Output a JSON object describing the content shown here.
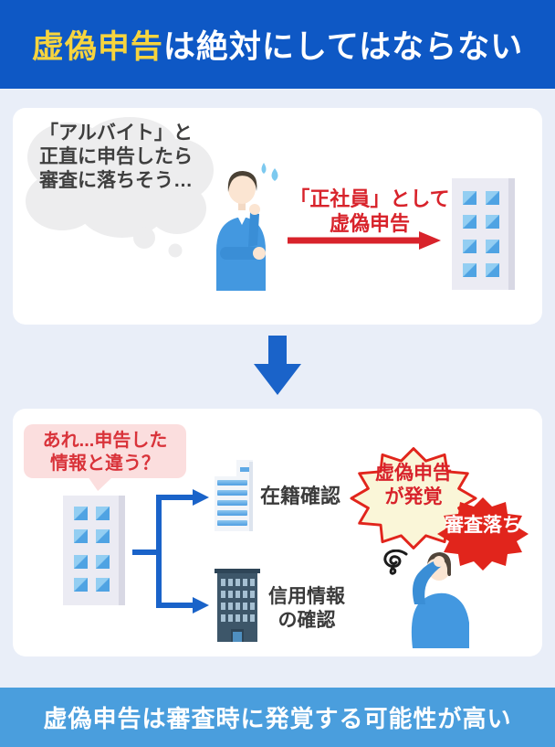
{
  "header": {
    "title_highlight": "虚偽申告",
    "title_rest": "は絶対にしてはならない",
    "bg": "#0e58c5",
    "highlight_color": "#f6d43e"
  },
  "scene1": {
    "thought_lines": [
      "「アルバイト」と",
      "正直に申告したら",
      "審査に落ちそう…"
    ],
    "claim_line1": "「正社員」として",
    "claim_line2": "虚偽申告"
  },
  "scene2": {
    "bubble_line1": "あれ...申告した",
    "bubble_line2": "情報と違う？",
    "check_employment": "在籍確認",
    "check_credit_line1": "信用情報",
    "check_credit_line2": "の確認",
    "burst_discovered_line1": "虚偽申告",
    "burst_discovered_line2": "が発覚",
    "burst_rejected": "審査落ち"
  },
  "footer": {
    "text": "虚偽申告は審査時に発覚する可能性が高い",
    "bg": "#4a9edd"
  },
  "colors": {
    "accent_red": "#d8232b",
    "arrow_blue": "#1a63c9",
    "person_blue": "#4398e0",
    "burst_red": "#e1251c",
    "burst_cream": "#faf6d8",
    "bubble_pink": "#fbdede",
    "cloud_gray": "#ededee",
    "page_bg": "#e9eef8"
  },
  "icons": {
    "thought-cloud-icon": "cloud shape",
    "thinking-person-icon": "man thinking, hand on chin",
    "sweat-drops-icon": "two blue sweat drops",
    "office-building-icon": "light building with blue windows",
    "down-arrow-icon": "blue down arrow",
    "document-icon": "white sheet with blue lines",
    "dark-building-icon": "dark credit-bureau building",
    "burst-discovered-icon": "cream starburst with red border",
    "burst-rejected-icon": "red starburst",
    "confusion-squiggle-icon": "black scribble spiral",
    "worried-person-icon": "man holding his head"
  }
}
